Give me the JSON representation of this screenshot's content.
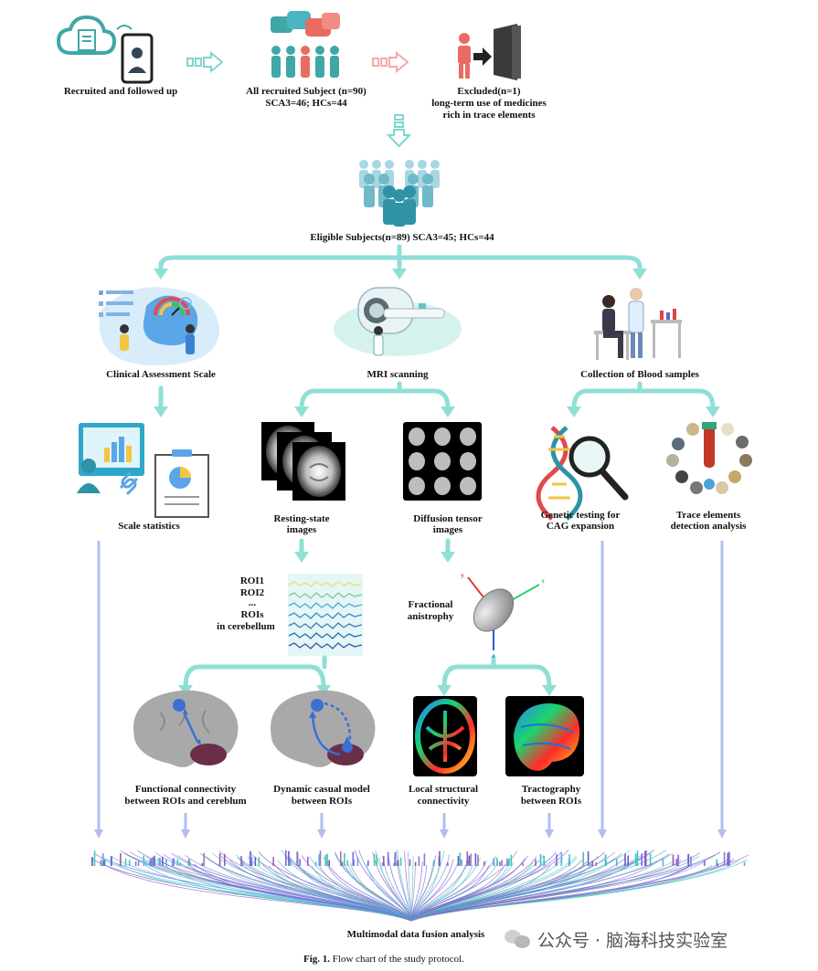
{
  "labels": {
    "recruited": "Recruited and followed up",
    "all_recruited_1": "All recruited Subject (n=90)",
    "all_recruited_2": "SCA3=46; HCs=44",
    "excluded_1": "Excluded(n=1)",
    "excluded_2": "long-term use of medicines",
    "excluded_3": "rich in trace elements",
    "eligible": "Eligible Subjects(n=89) SCA3=45; HCs=44",
    "clinical_scale": "Clinical Assessment Scale",
    "mri": "MRI scanning",
    "blood": "Collection of Blood samples",
    "scale_stats": "Scale statistics",
    "resting_1": "Resting-state",
    "resting_2": "images",
    "dti_1": "Diffusion tensor",
    "dti_2": "images",
    "genetic_1": "Genetic testing for",
    "genetic_2": "CAG expansion",
    "trace_1": "Trace elements",
    "trace_2": "detection analysis",
    "roi1": "ROI1",
    "roi2": "ROI2",
    "roi_dots": "...",
    "rois": "ROIs",
    "in_cerebellum": "in cerebellum",
    "fa_1": "Fractional",
    "fa_2": "anistrophy",
    "fc_1": "Functional connectivity",
    "fc_2": "between ROIs and cereblum",
    "dcm_1": "Dynamic casual model",
    "dcm_2": "between ROIs",
    "lsc_1": "Local structural",
    "lsc_2": "connectivity",
    "tract_1": "Tractography",
    "tract_2": "between ROIs",
    "fusion": "Multimodal data fusion analysis",
    "axis_x": "x",
    "axis_y": "y",
    "axis_z": "z"
  },
  "caption": {
    "label": "Fig. 1.",
    "text": "Flow chart of the study protocol."
  },
  "watermark": {
    "text": "公众号 · 脑海科技实验室"
  },
  "colors": {
    "teal_arrow": "#8fdfd7",
    "hollow_arrow_teal": "#7fd6cf",
    "hollow_arrow_pink": "#f4a9a8",
    "person_teal": "#3fa7a6",
    "person_pink": "#e96b63",
    "blue_line": "#aebff0",
    "brain_gray": "#a9a9a9"
  }
}
